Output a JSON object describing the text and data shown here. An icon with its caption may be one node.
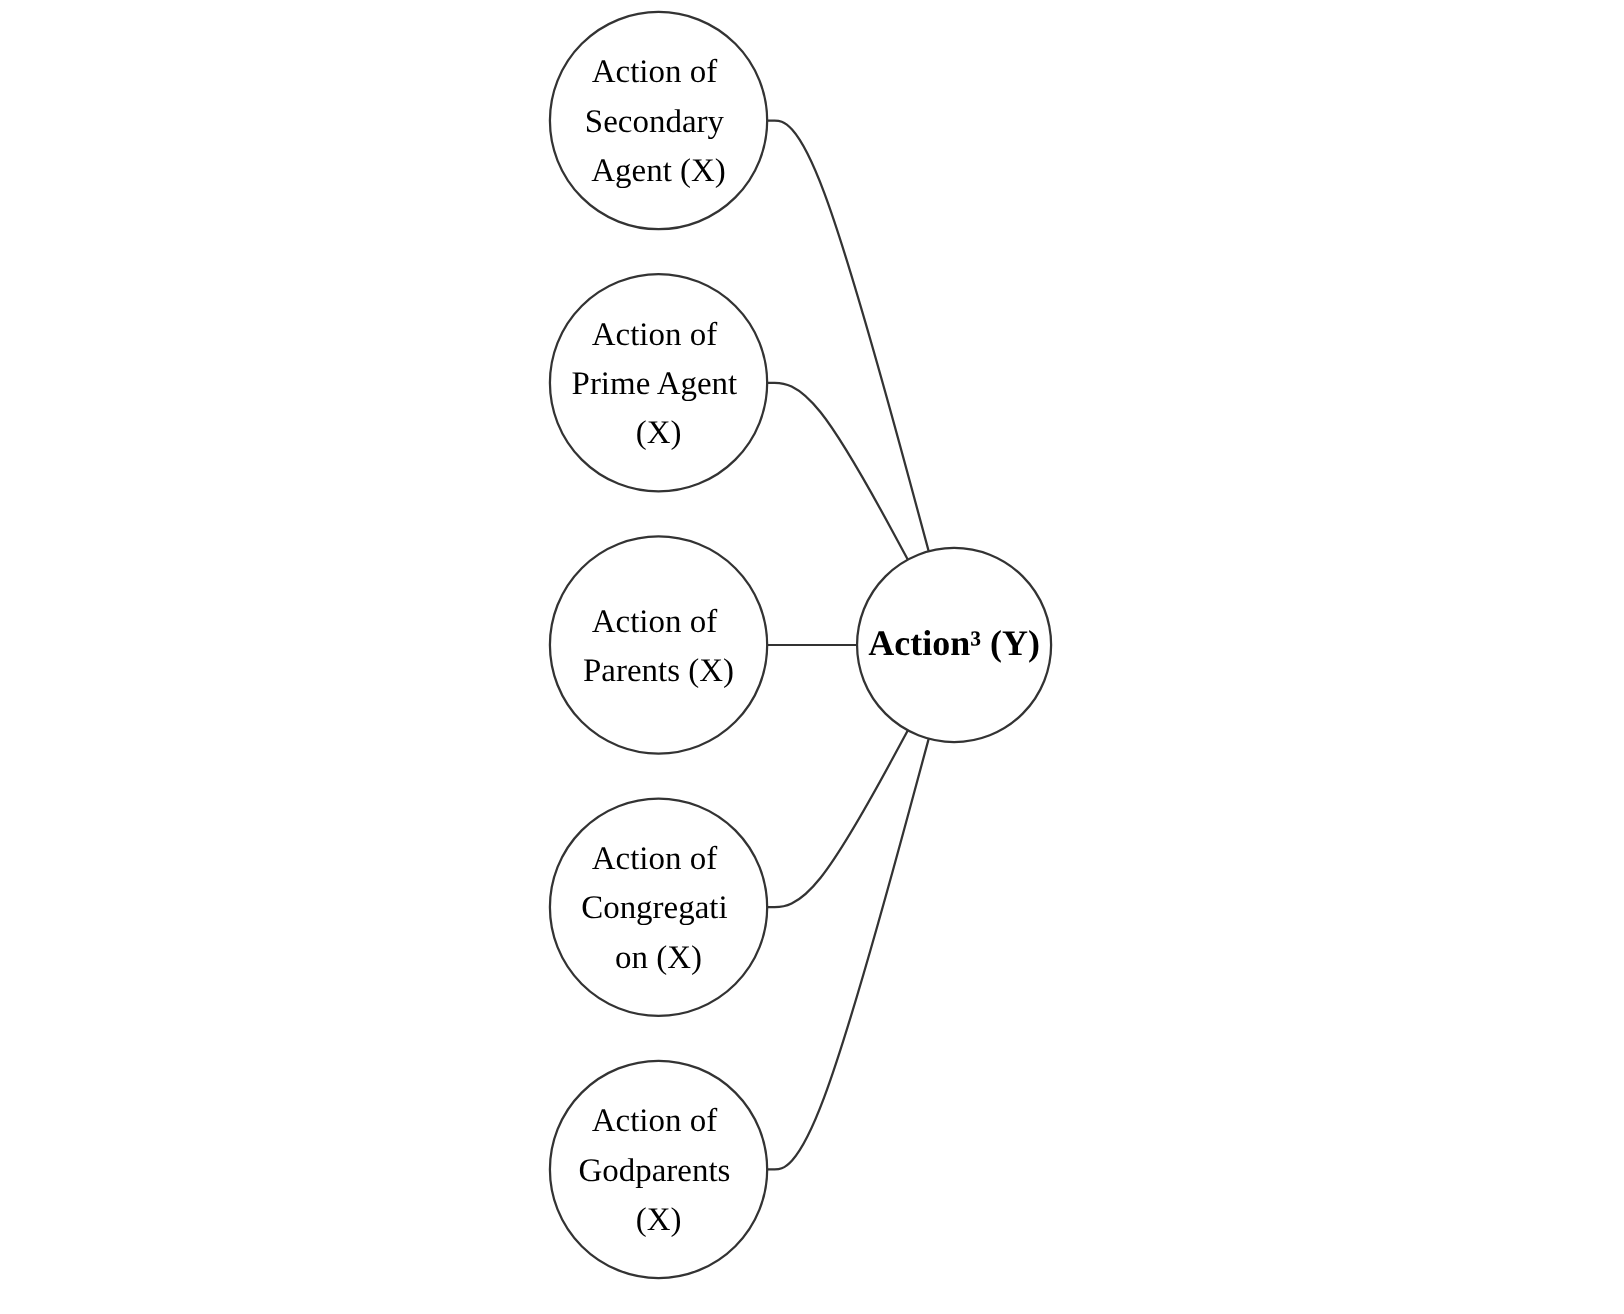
{
  "diagram": {
    "nodes": [
      {
        "text": [
          "Action of Secondary Agent (X)"
        ]
      },
      {
        "text": [
          "Action of Prime Agent (X)"
        ]
      },
      {
        "text": [
          "Action³ (Y)"
        ]
      },
      {
        "text": [
          "Action of Parents (X)"
        ]
      },
      {
        "text": [
          "Action of Congregati on (X)"
        ]
      },
      {
        "text": [
          "Action of Godparents (X)"
        ]
      }
    ],
    "edges": [
      {
        "from": 0,
        "to": 2,
        "arrow": "none"
      },
      {
        "from": 1,
        "to": 2,
        "arrow": "none"
      },
      {
        "from": 3,
        "to": 2,
        "arrow": "none"
      },
      {
        "from": 4,
        "to": 2,
        "arrow": "none"
      },
      {
        "from": 5,
        "to": 2,
        "arrow": "none"
      }
    ]
  }
}
